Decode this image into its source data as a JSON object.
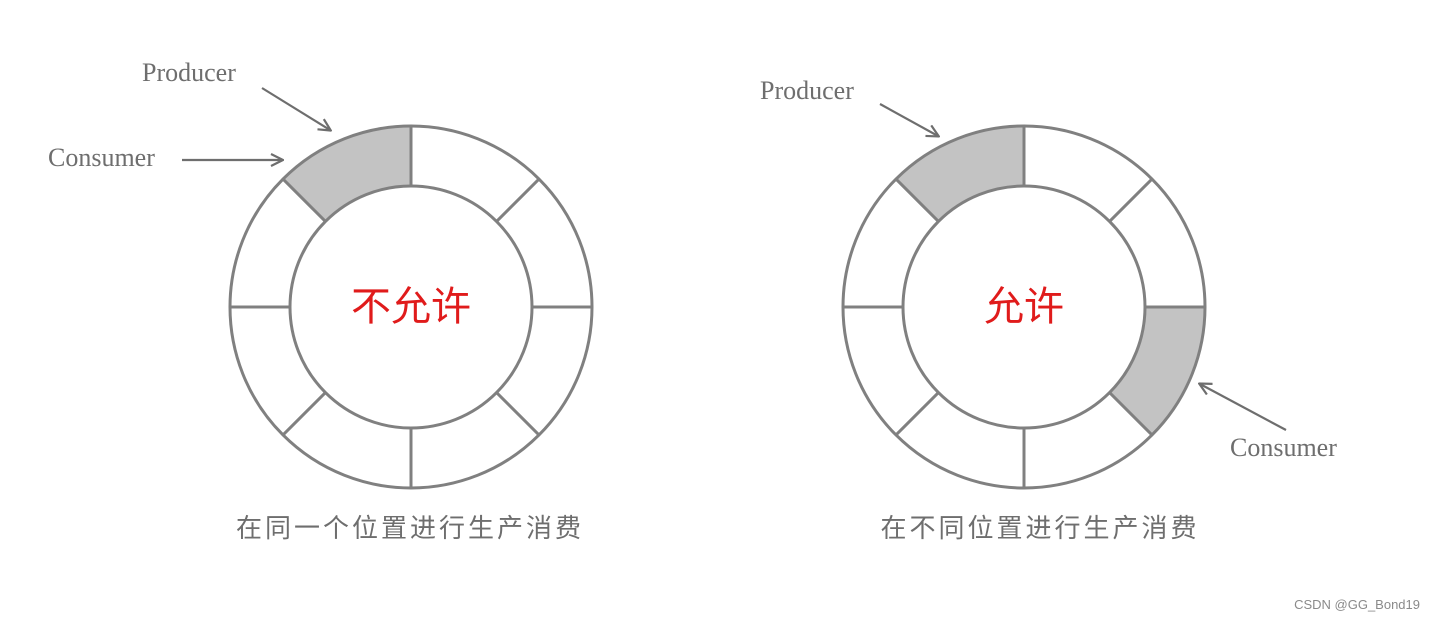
{
  "colors": {
    "highlight": "#c3c3c3",
    "ring": "#808080",
    "label": "#6e6e6e",
    "center_text": "#e01b1b"
  },
  "diagrams": [
    {
      "segments": 8,
      "producer_label": "Producer",
      "consumer_label": "Consumer",
      "center_text": "不允许",
      "caption": "在同一个位置进行生产消费",
      "highlighted_segments": [
        7
      ]
    },
    {
      "segments": 8,
      "producer_label": "Producer",
      "consumer_label": "Consumer",
      "center_text": "允许",
      "caption": "在不同位置进行生产消费",
      "highlighted_segments": [
        7,
        2
      ]
    }
  ],
  "watermark": "CSDN @GG_Bond19"
}
